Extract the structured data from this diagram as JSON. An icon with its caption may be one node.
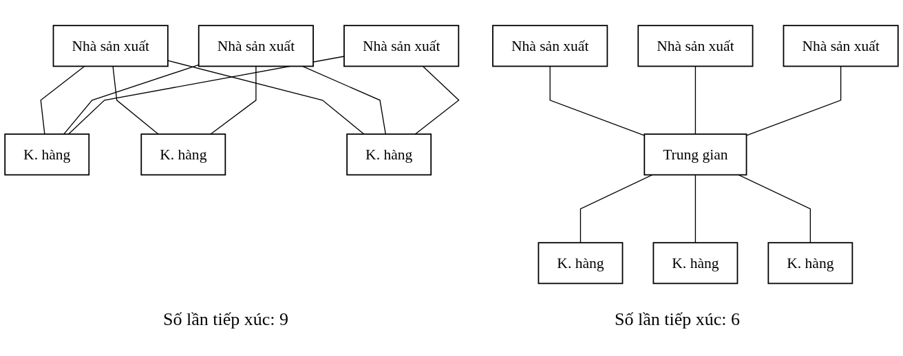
{
  "diagram": {
    "nodes": [
      {
        "text": [
          "Nhà sản xuất"
        ]
      },
      {
        "text": [
          "K. hàng"
        ]
      },
      {
        "text": [
          "Nhà sản xuất"
        ]
      },
      {
        "text": [
          "K. hàng"
        ]
      },
      {
        "text": [
          "Nhà sản xuất"
        ]
      },
      {
        "text": [
          "K. hàng"
        ]
      },
      {
        "text": [
          "Nhà sản xuất"
        ]
      },
      {
        "text": [
          "K. hàng"
        ]
      },
      {
        "text": [
          "Nhà sản xuất"
        ]
      },
      {
        "text": [
          "Trung gian"
        ]
      },
      {
        "text": [
          "K. hàng"
        ]
      },
      {
        "text": [
          "Nhà sản xuất"
        ]
      },
      {
        "text": [
          "K. hàng"
        ]
      }
    ],
    "edges": [
      {
        "from": 0,
        "to": 1,
        "arrow": "none"
      },
      {
        "from": 0,
        "to": 3,
        "arrow": "none"
      },
      {
        "from": 0,
        "to": 5,
        "arrow": "none"
      },
      {
        "from": 2,
        "to": 1,
        "arrow": "none"
      },
      {
        "from": 2,
        "to": 3,
        "arrow": "none"
      },
      {
        "from": 2,
        "to": 5,
        "arrow": "none"
      },
      {
        "from": 4,
        "to": 1,
        "arrow": "none"
      },
      {
        "from": 4,
        "to": 5,
        "arrow": "none"
      },
      {
        "from": 6,
        "to": 9,
        "arrow": "none"
      },
      {
        "from": 8,
        "to": 9,
        "arrow": "none"
      },
      {
        "from": 11,
        "to": 9,
        "arrow": "none"
      },
      {
        "from": 9,
        "to": 7,
        "arrow": "none"
      },
      {
        "from": 9,
        "to": 10,
        "arrow": "none"
      },
      {
        "from": 9,
        "to": 12,
        "arrow": "none"
      }
    ],
    "labels": [
      "Số lần tiếp xúc: 9",
      "Số lần tiếp xúc: 6"
    ]
  }
}
